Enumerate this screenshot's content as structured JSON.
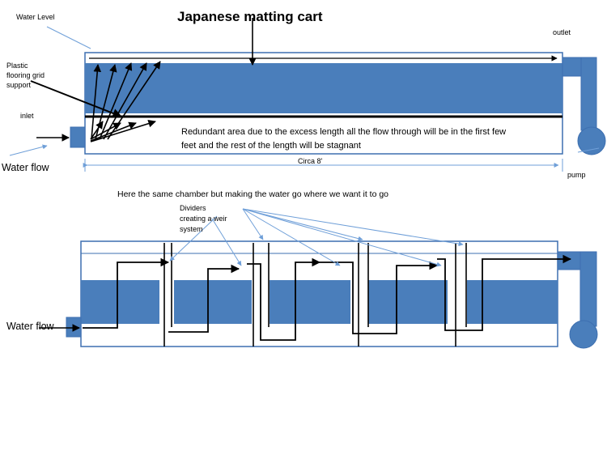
{
  "labels": {
    "title": "Japanese matting cart",
    "water_level": "Water Level",
    "outlet": "outlet",
    "plastic_line1": "Plastic",
    "plastic_line2": "flooring grid",
    "plastic_line3": "support",
    "inlet": "inlet",
    "water_flow_top": "Water flow",
    "redundant_line1": "Redundant area due to the excess length all the flow through will be in the first few",
    "redundant_line2": "feet and the rest of the length will be  stagnant",
    "circa": "Circa 8'",
    "pump": "pump",
    "caption": "Here the same chamber but making the water go where we want it to go",
    "dividers_line1": "Dividers",
    "dividers_line2": "creating a weir",
    "dividers_line3": "system",
    "water_flow_bottom": "Water flow"
  },
  "colors": {
    "water": "#4a7ebb",
    "water_dark": "#3a6aa5",
    "outline": "#3d6fb0",
    "arrow": "#000000",
    "pointer": "#6f9fd8"
  }
}
